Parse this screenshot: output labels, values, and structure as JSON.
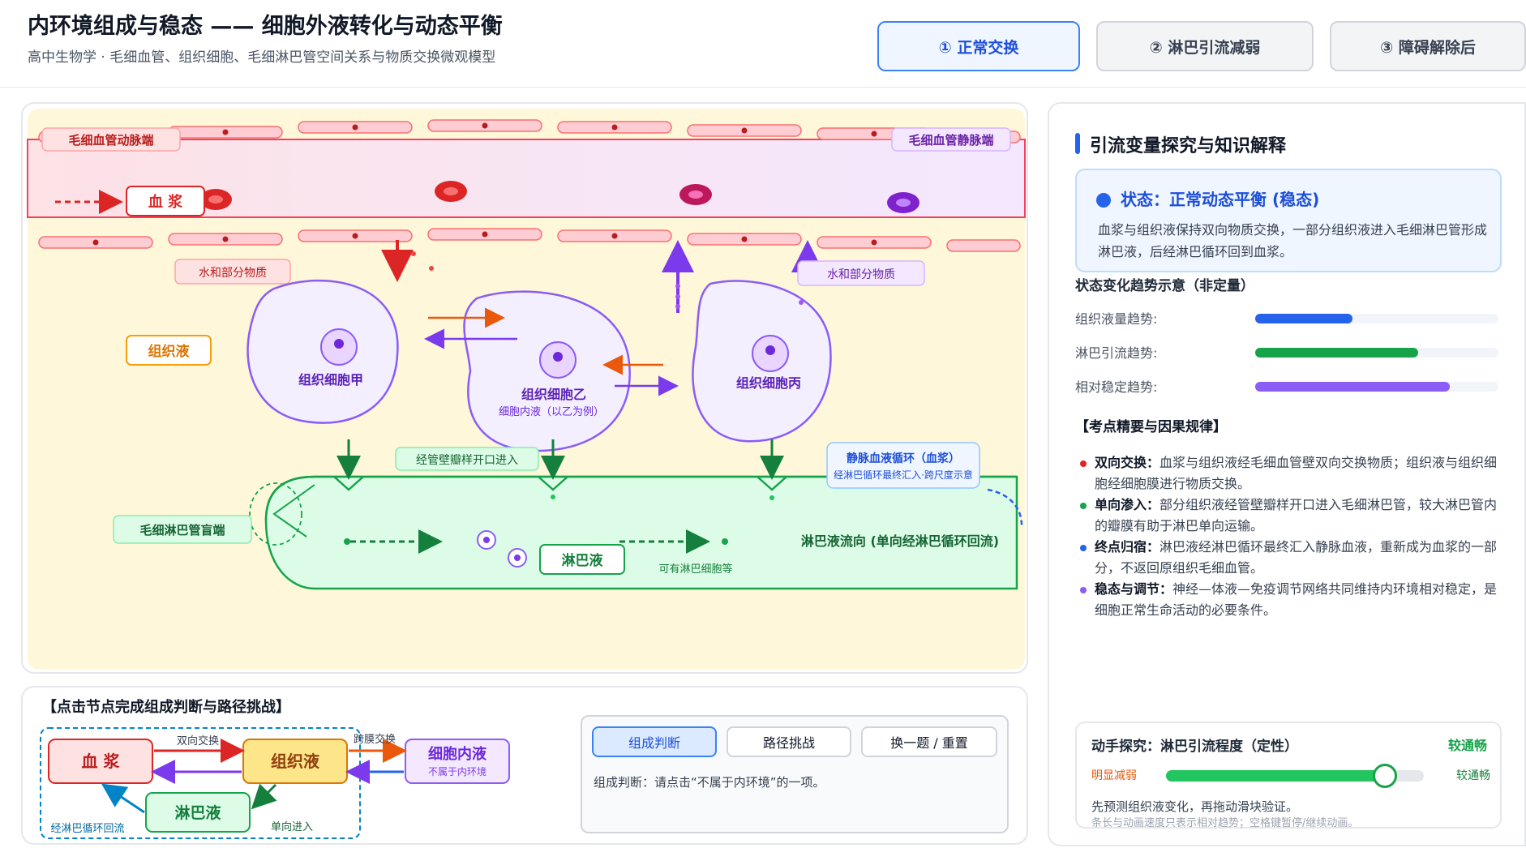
{
  "header": {
    "title": "内环境组成与稳态 —— 细胞外液转化与动态平衡",
    "subtitle": "高中生物学 · 毛细血管、组织细胞、毛细淋巴管空间关系与物质交换微观模型",
    "tabs": [
      {
        "label": "① 正常交换",
        "active": true
      },
      {
        "label": "② 淋巴引流减弱",
        "active": false
      },
      {
        "label": "③ 障碍解除后",
        "active": false
      }
    ]
  },
  "diagram": {
    "capillary_artery_label": "毛细血管动脉端",
    "capillary_vein_label": "毛细血管静脉端",
    "plasma_label": "血 浆",
    "water_out_label": "水和部分物质",
    "water_in_label": "水和部分物质",
    "tissue_fluid_label": "组织液",
    "cell_a_label": "组织细胞甲",
    "cell_b_label": "组织细胞乙",
    "cell_b_sub": "细胞内液（以乙为例）",
    "cell_c_label": "组织细胞丙",
    "gap_entry_label": "经管壁瓣样开口进入",
    "lymph_blind_end_label": "毛细淋巴管盲端",
    "lymph_label": "淋巴液",
    "lymph_cells_label": "可有淋巴细胞等",
    "lymph_flow_label": "淋巴液流向 (单向经淋巴循环回流)",
    "venous_return_title": "静脉血液循环（血浆）",
    "venous_return_sub": "经淋巴循环最终汇入·跨尺度示意"
  },
  "side_panel": {
    "title": "引流变量探究与知识解释",
    "status": {
      "title": "状态：正常动态平衡 (稳态)",
      "description": "血浆与组织液保持双向物质交换，一部分组织液进入毛细淋巴管形成淋巴液，后经淋巴循环回到血浆。"
    },
    "trend_title": "状态变化趋势示意（非定量）",
    "trends": [
      {
        "label": "组织液量趋势:",
        "value": 0.4,
        "color": "#2563eb"
      },
      {
        "label": "淋巴引流趋势:",
        "value": 0.67,
        "color": "#16a34a"
      },
      {
        "label": "相对稳定趋势:",
        "value": 0.8,
        "color": "#8b5cf6"
      }
    ],
    "key_points_title": "【考点精要与因果规律】",
    "key_points": [
      {
        "key": "双向交换：",
        "text": "血浆与组织液经毛细血管壁双向交换物质；组织液与组织细胞经细胞膜进行物质交换。",
        "color": "#dc2626"
      },
      {
        "key": "单向渗入：",
        "text": "部分组织液经管壁瓣样开口进入毛细淋巴管，较大淋巴管内的瓣膜有助于淋巴单向运输。",
        "color": "#16a34a"
      },
      {
        "key": "终点归宿：",
        "text": "淋巴液经淋巴循环最终汇入静脉血液，重新成为血浆的一部分，不返回原组织毛细血管。",
        "color": "#2563eb"
      },
      {
        "key": "稳态与调节：",
        "text": "神经—体液—免疫调节网络共同维持内环境相对稳定，是细胞正常生命活动的必要条件。",
        "color": "#8b5cf6"
      }
    ],
    "slider": {
      "title": "动手探究：淋巴引流程度（定性）",
      "value_label": "较通畅",
      "min_label": "明显减弱",
      "max_label": "较通畅",
      "value": 0.85,
      "hint": "先预测组织液变化，再拖动滑块验证。",
      "note": "条长与动画速度只表示相对趋势；空格键暂停/继续动画。"
    }
  },
  "challenge": {
    "title": "【点击节点完成组成判断与路径挑战】",
    "nodes": {
      "plasma": "血 浆",
      "tissue_fluid": "组织液",
      "lymph": "淋巴液",
      "icf": "细胞内液",
      "icf_note": "不属于内环境"
    },
    "edges": {
      "bidirectional": "双向交换",
      "transmembrane": "跨膜交换",
      "lymph_return": "经淋巴循环回流",
      "one_way": "单向进入"
    },
    "buttons": [
      {
        "label": "组成判断",
        "active": true
      },
      {
        "label": "路径挑战",
        "active": false
      },
      {
        "label": "换一题 / 重置",
        "active": false
      }
    ],
    "prompt": "组成判断：请点击“不属于内环境”的一项。"
  }
}
